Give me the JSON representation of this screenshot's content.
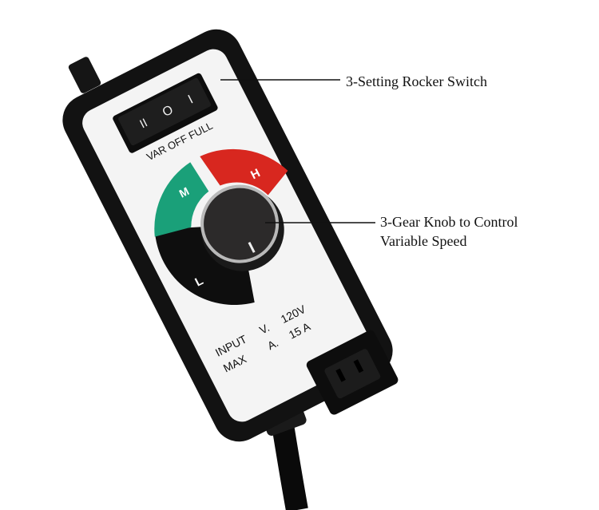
{
  "callouts": {
    "switch_label": "3-Setting Rocker Switch",
    "knob_label_line1": "3-Gear Knob to Control",
    "knob_label_line2": "Variable Speed"
  },
  "device": {
    "switch_positions": "VAR OFF FULL",
    "switch_symbols": [
      "II",
      "O",
      "I"
    ],
    "knob_sections": [
      "L",
      "M",
      "H"
    ],
    "rating_line1": [
      "INPUT",
      "V.",
      "120V"
    ],
    "rating_line2": [
      "MAX",
      "A.",
      "15 A"
    ],
    "colors": {
      "body": "#111111",
      "plate": "#f4f4f4",
      "low": "#0e0e0e",
      "medium": "#1aa079",
      "high": "#d8271f"
    }
  }
}
